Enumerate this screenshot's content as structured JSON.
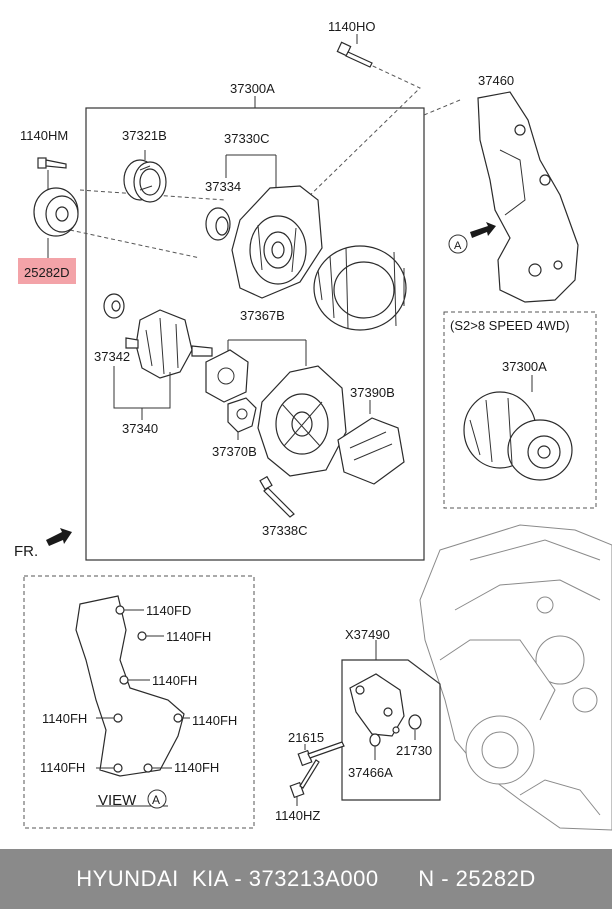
{
  "labels": {
    "bolt_top": "1140HO",
    "alt_assy": "37300A",
    "bracket": "37460",
    "bolt_left": "1140HM",
    "pulley": "37321B",
    "front_cover": "37330C",
    "bearing_front": "37334",
    "tensioner": "25282D",
    "rectifier": "37367B",
    "bearing_rear": "37342",
    "rotor": "37340",
    "regulator": "37390B",
    "brush": "37370B",
    "through_bolt": "37338C",
    "variant_note": "(S2>8 SPEED 4WD)",
    "variant_part": "37300A",
    "front_arrow": "FR.",
    "view_ref_a": "A",
    "view_label": "VIEW",
    "view_circle": "A",
    "bolt_fd": "1140FD",
    "bolt_fh_1": "1140FH",
    "bolt_fh_2": "1140FH",
    "bolt_fh_3": "1140FH",
    "bolt_fh_4": "1140FH",
    "bolt_fh_5": "1140FH",
    "bolt_fh_6": "1140FH",
    "mount_assy": "X37490",
    "bolt_21615": "21615",
    "nut_21730": "21730",
    "bolt_37466": "37466A",
    "bolt_hz": "1140HZ"
  },
  "footer": {
    "text": "HYUNDAI  KIA - 373213A000      N - 25282D"
  },
  "colors": {
    "highlight": "#f3a3a8",
    "footer_bg": "#8a8a8a"
  }
}
